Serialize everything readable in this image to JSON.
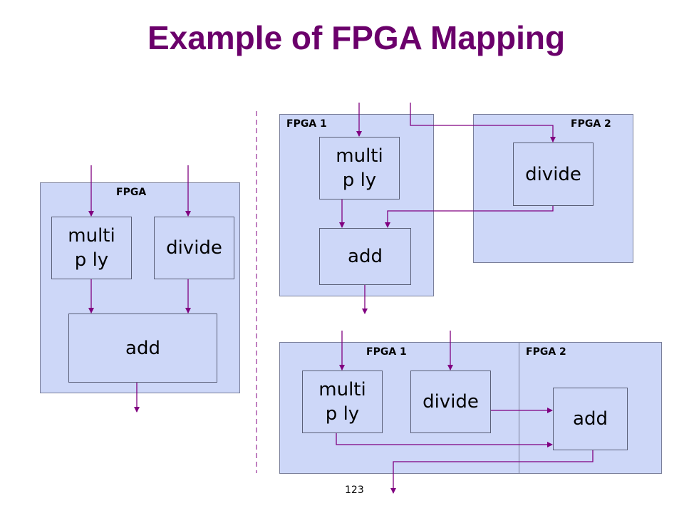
{
  "title": "Example of FPGA Mapping",
  "page_number": "123",
  "colors": {
    "accent": "#6b006b",
    "fpga_fill": "#cdd7f8",
    "wire": "#800080"
  },
  "left": {
    "fpga_label": "FPGA",
    "multiply": "multip ly",
    "divide": "divide",
    "add": "add"
  },
  "top_right": {
    "fpga1_label": "FPGA 1",
    "fpga2_label": "FPGA 2",
    "multiply": "multip ly",
    "divide": "divide",
    "add": "add"
  },
  "bottom_right": {
    "fpga1_label": "FPGA 1",
    "fpga2_label": "FPGA 2",
    "multiply": "multip ly",
    "divide": "divide",
    "add": "add"
  }
}
